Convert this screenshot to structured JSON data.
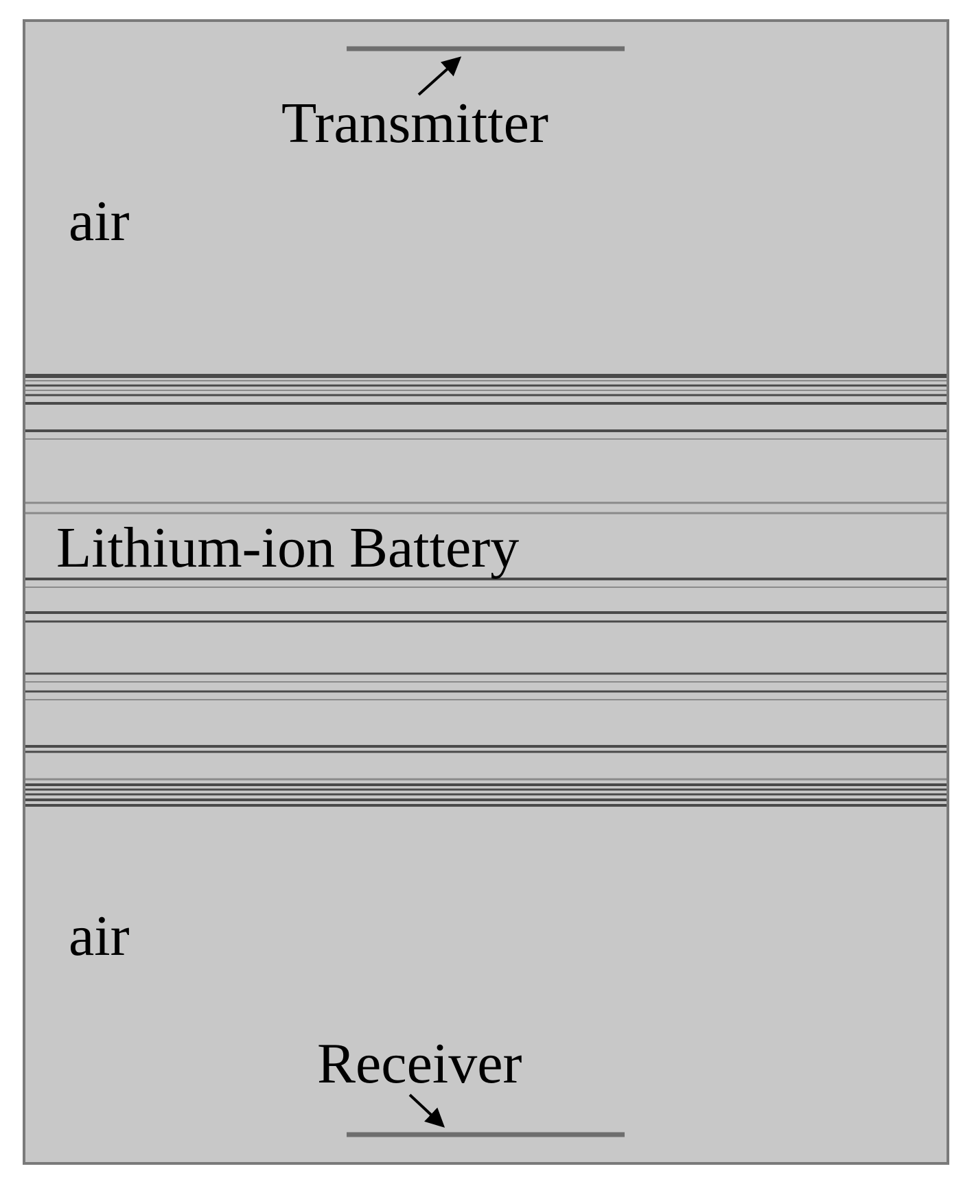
{
  "labels": {
    "transmitter": "Transmitter",
    "air_top": "air",
    "battery": "Lithium-ion Battery",
    "air_bottom": "air",
    "receiver": "Receiver"
  },
  "colors": {
    "background": "#ffffff",
    "domain_fill": "#c8c8c8",
    "domain_border": "#7a7a7a",
    "layer_line": "#4a4a4a",
    "layer_line_light": "#8a8a8a",
    "antenna": "#6e6e6e",
    "arrow": "#000000",
    "text": "#000000"
  }
}
